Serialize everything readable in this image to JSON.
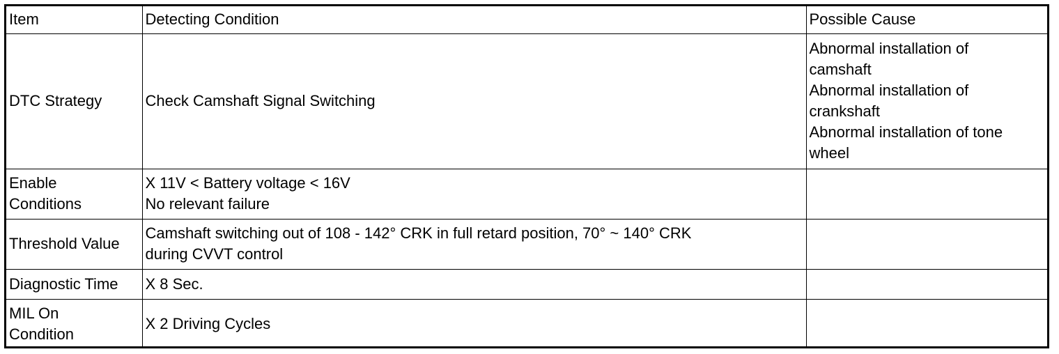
{
  "table": {
    "headers": [
      "Item",
      "Detecting Condition",
      "Possible Cause"
    ],
    "rows": [
      {
        "item": [
          "DTC Strategy"
        ],
        "condition": [
          "Check Camshaft Signal Switching"
        ],
        "cause": [
          "Abnormal installation of",
          "camshaft",
          "Abnormal installation of",
          "crankshaft",
          "Abnormal installation of tone",
          "wheel"
        ]
      },
      {
        "item": [
          "Enable",
          "Conditions"
        ],
        "condition": [
          "X 11V < Battery voltage < 16V",
          "No relevant failure"
        ],
        "cause": []
      },
      {
        "item": [
          "Threshold Value"
        ],
        "condition": [
          "Camshaft switching out of 108 - 142° CRK in full retard position, 70° ~ 140° CRK",
          "during CVVT control"
        ],
        "cause": []
      },
      {
        "item": [
          "Diagnostic Time"
        ],
        "condition": [
          "X 8 Sec."
        ],
        "cause": []
      },
      {
        "item": [
          "MIL On",
          "Condition"
        ],
        "condition": [
          "X 2 Driving Cycles"
        ],
        "cause": []
      }
    ]
  }
}
